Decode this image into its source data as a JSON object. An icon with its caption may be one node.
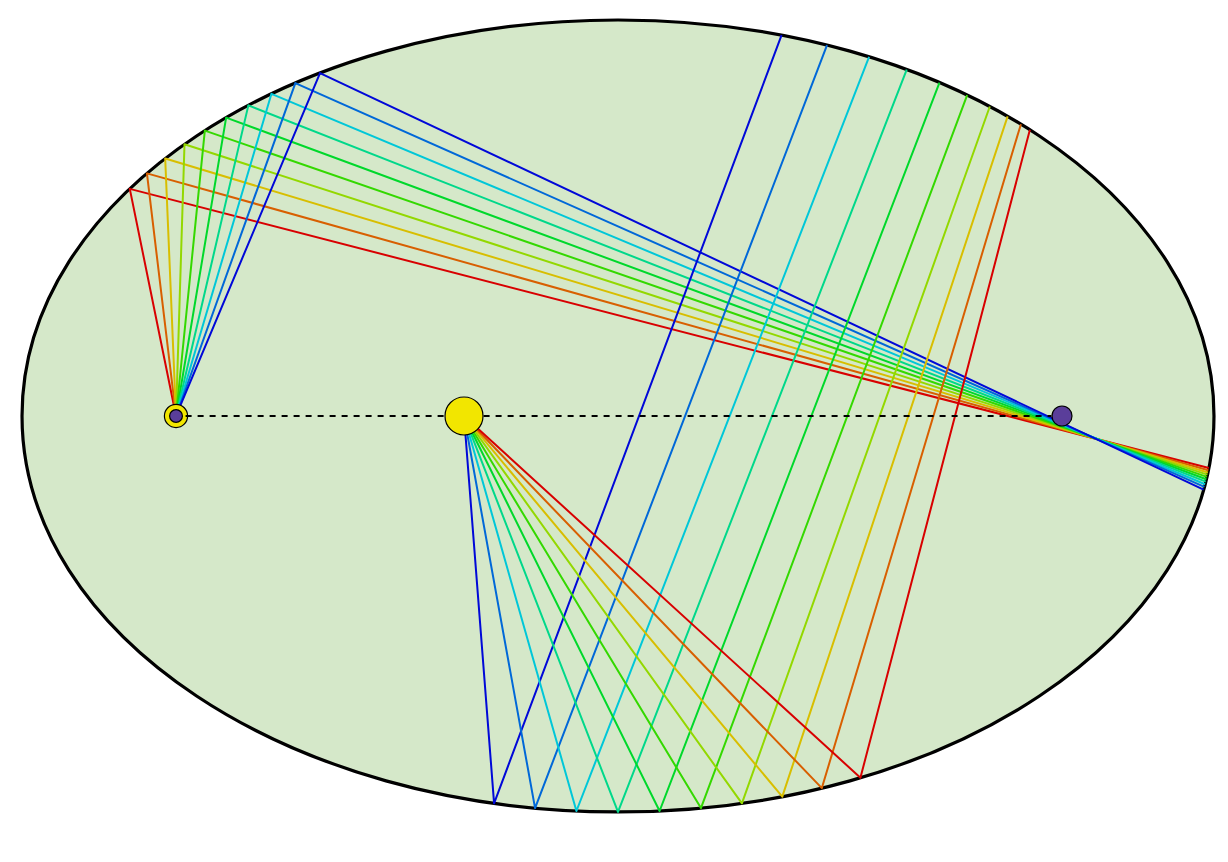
{
  "diagram": {
    "nodes": [
      {
        "text": [],
        "shape": "ellipse"
      },
      {
        "text": [],
        "shape": "circle",
        "in": 0
      },
      {
        "text": [],
        "shape": "circle",
        "in": 0
      },
      {
        "text": [],
        "shape": "circle",
        "in": 0
      }
    ],
    "edges": [
      {
        "from": 1,
        "to": 2,
        "arrow": "none",
        "style": "dashed"
      },
      {
        "from": 2,
        "to": 3,
        "arrow": "none",
        "style": "dashed"
      }
    ]
  }
}
